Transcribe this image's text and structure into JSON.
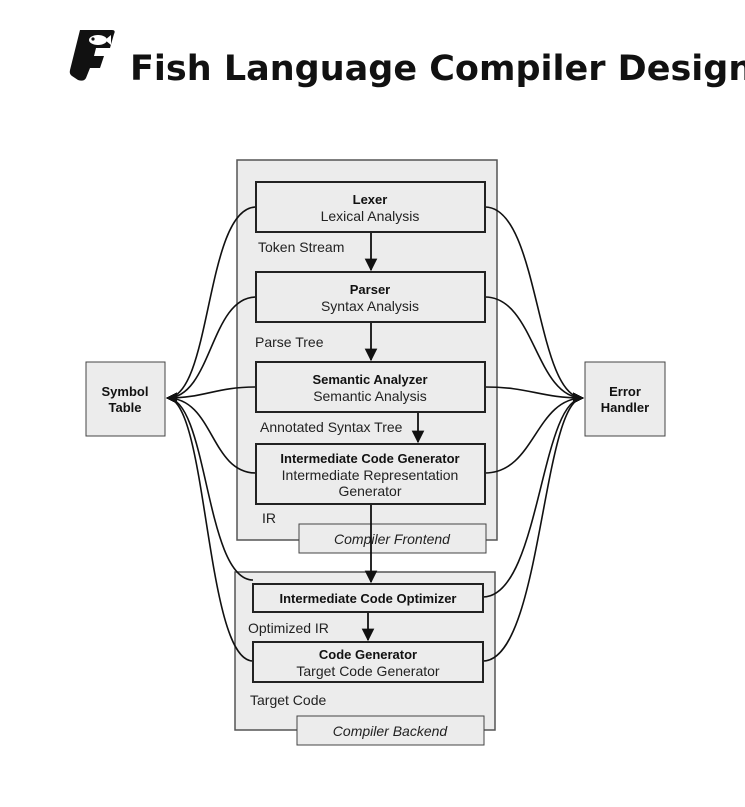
{
  "title": "Fish Language Compiler Design",
  "logo": {
    "letter": "F",
    "icon": "fish-logo-icon"
  },
  "groups": {
    "frontend": "Compiler Frontend",
    "backend": "Compiler Backend"
  },
  "stages": {
    "lexer": {
      "title": "Lexer",
      "subtitle": "Lexical Analysis"
    },
    "parser": {
      "title": "Parser",
      "subtitle": "Syntax Analysis"
    },
    "semantic": {
      "title": "Semantic Analyzer",
      "subtitle": "Semantic Analysis"
    },
    "icg": {
      "title": "Intermediate Code Generator",
      "subtitle_line1": "Intermediate Representation",
      "subtitle_line2": "Generator"
    },
    "optimizer": {
      "title": "Intermediate Code Optimizer"
    },
    "codegen": {
      "title": "Code Generator",
      "subtitle": "Target Code Generator"
    }
  },
  "edges": {
    "token_stream": "Token Stream",
    "parse_tree": "Parse Tree",
    "annotated_syntax_tree": "Annotated Syntax Tree",
    "ir": "IR",
    "optimized_ir": "Optimized IR",
    "target_code": "Target Code"
  },
  "side_nodes": {
    "symbol_table": {
      "line1": "Symbol",
      "line2": "Table"
    },
    "error_handler": {
      "line1": "Error",
      "line2": "Handler"
    }
  }
}
